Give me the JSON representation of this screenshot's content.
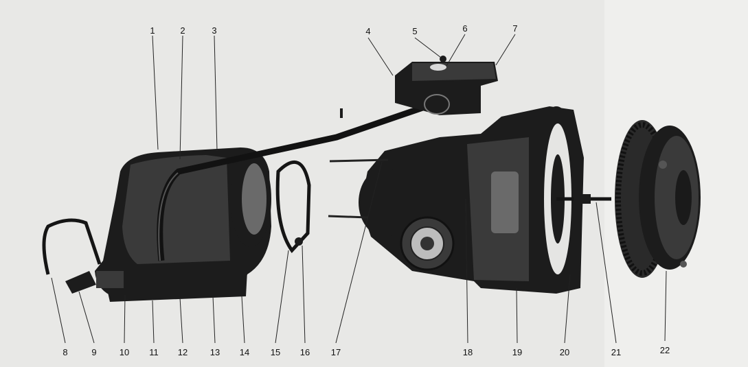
{
  "callouts": [
    {
      "n": "1",
      "label": "1"
    },
    {
      "n": "2",
      "label": "2"
    },
    {
      "n": "3",
      "label": "3"
    },
    {
      "n": "4",
      "label": "4"
    },
    {
      "n": "5",
      "label": "5"
    },
    {
      "n": "6",
      "label": "6"
    },
    {
      "n": "7",
      "label": "7"
    },
    {
      "n": "8",
      "label": "8"
    },
    {
      "n": "9",
      "label": "9"
    },
    {
      "n": "10",
      "label": "10"
    },
    {
      "n": "11",
      "label": "11"
    },
    {
      "n": "12",
      "label": "12"
    },
    {
      "n": "13",
      "label": "13"
    },
    {
      "n": "14",
      "label": "14"
    },
    {
      "n": "15",
      "label": "15"
    },
    {
      "n": "16",
      "label": "16"
    },
    {
      "n": "17",
      "label": "17"
    },
    {
      "n": "18",
      "label": "18"
    },
    {
      "n": "19",
      "label": "19"
    },
    {
      "n": "20",
      "label": "20"
    },
    {
      "n": "21",
      "label": "21"
    },
    {
      "n": "22",
      "label": "22"
    }
  ],
  "colors": {
    "background": "#e8e8e6",
    "metal_dark": "#1c1c1c",
    "metal_mid": "#3a3a3a",
    "line": "#222222"
  }
}
